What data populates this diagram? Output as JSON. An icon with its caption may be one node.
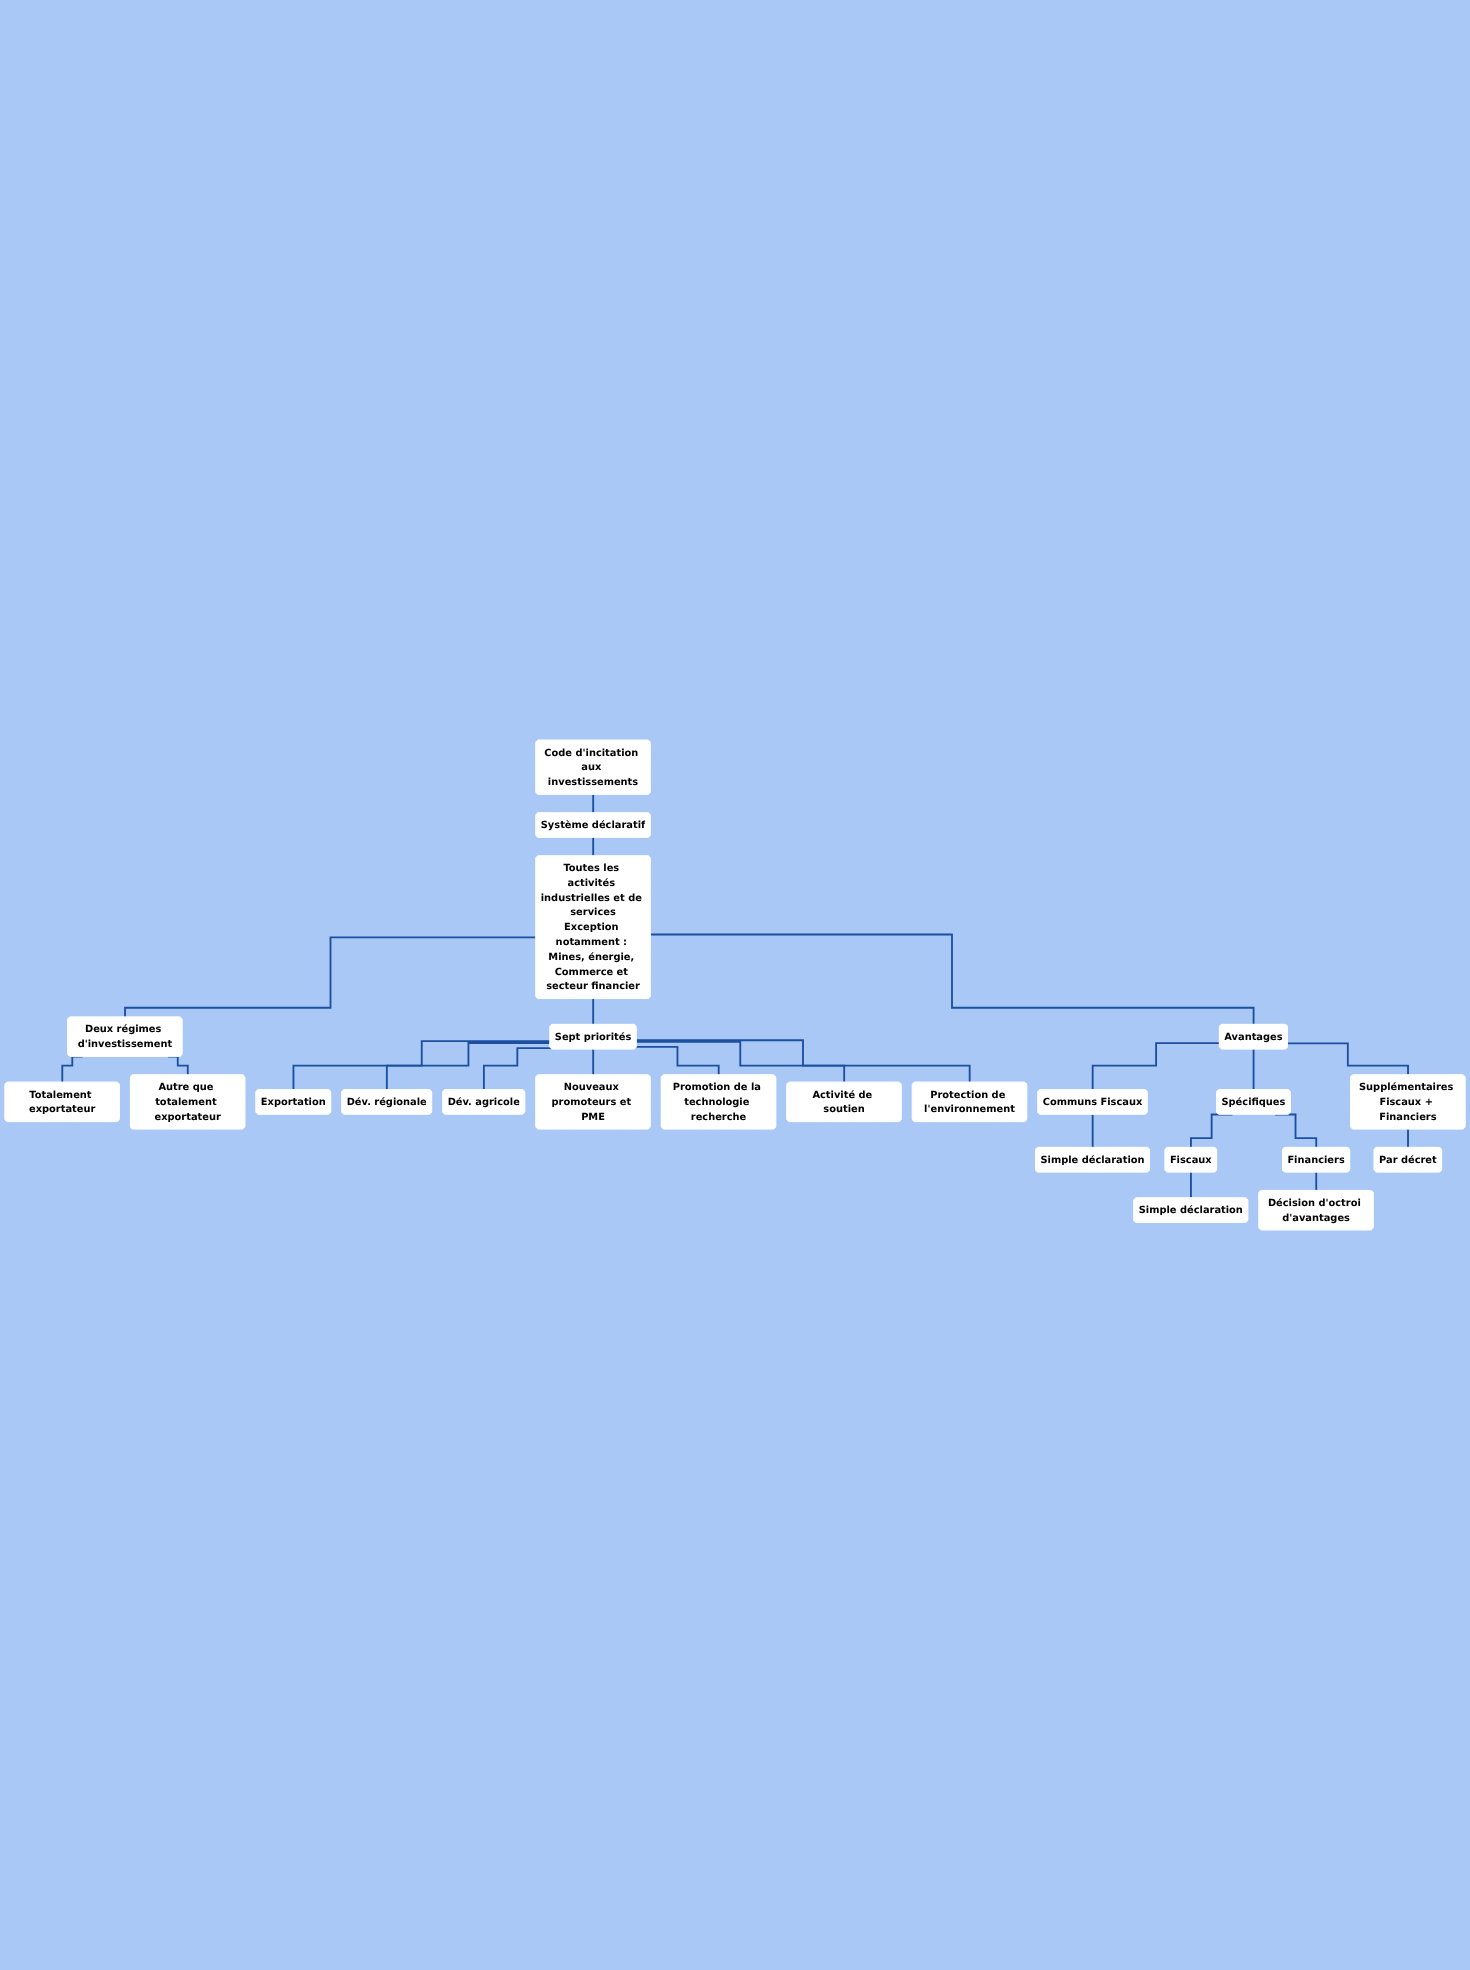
{
  "diagram": {
    "nodes": [
      {
        "text": [
          "Code d'incitation aux investissements"
        ]
      },
      {
        "text": [
          "Système déclaratif"
        ]
      },
      {
        "text": [
          "Toutes les activités industrielles et de services",
          "Exception notamment : Mines, énergie, Commerce et secteur financier"
        ]
      },
      {
        "text": [
          "Deux régimes d'investissement"
        ]
      },
      {
        "text": [
          "Sept priorités"
        ]
      },
      {
        "text": [
          "Totalement exportateur"
        ]
      },
      {
        "text": [
          "Autre que totalement exportateur"
        ]
      },
      {
        "text": [
          "Exportation"
        ]
      },
      {
        "text": [
          "Dév. régionale"
        ]
      },
      {
        "text": [
          "Dév. agricole"
        ]
      },
      {
        "text": [
          "Nouveaux promoteurs et PME"
        ]
      },
      {
        "text": [
          "Promotion de la technologie recherche"
        ]
      },
      {
        "text": [
          "Activité de soutien"
        ]
      },
      {
        "text": [
          "Protection de l'environnement"
        ]
      },
      {
        "text": [
          "Avantages"
        ]
      },
      {
        "text": [
          "Communs Fiscaux"
        ]
      },
      {
        "text": [
          "Spécifiques"
        ]
      },
      {
        "text": [
          "Supplémentaires Fiscaux + Financiers"
        ]
      },
      {
        "text": [
          "Simple déclaration"
        ]
      },
      {
        "text": [
          "Fiscaux"
        ]
      },
      {
        "text": [
          "Financiers"
        ]
      },
      {
        "text": [
          "Par décret"
        ]
      },
      {
        "text": [
          "Simple déclaration"
        ]
      },
      {
        "text": [
          "Décision d'octroi d'avantages"
        ]
      }
    ],
    "edges": [
      {
        "from": 0,
        "to": 1,
        "arrow": "none"
      },
      {
        "from": 1,
        "to": 2,
        "arrow": "none"
      },
      {
        "from": 2,
        "to": 3,
        "arrow": "none"
      },
      {
        "from": 2,
        "to": 4,
        "arrow": "none"
      },
      {
        "from": 2,
        "to": 14,
        "arrow": "none"
      },
      {
        "from": 3,
        "to": 5,
        "arrow": "none"
      },
      {
        "from": 3,
        "to": 6,
        "arrow": "none"
      },
      {
        "from": 4,
        "to": 7,
        "arrow": "none"
      },
      {
        "from": 4,
        "to": 8,
        "arrow": "none"
      },
      {
        "from": 4,
        "to": 9,
        "arrow": "none"
      },
      {
        "from": 4,
        "to": 10,
        "arrow": "none"
      },
      {
        "from": 4,
        "to": 11,
        "arrow": "none"
      },
      {
        "from": 4,
        "to": 12,
        "arrow": "none"
      },
      {
        "from": 4,
        "to": 13,
        "arrow": "none"
      },
      {
        "from": 14,
        "to": 15,
        "arrow": "none"
      },
      {
        "from": 14,
        "to": 16,
        "arrow": "none"
      },
      {
        "from": 14,
        "to": 17,
        "arrow": "none"
      },
      {
        "from": 15,
        "to": 18,
        "arrow": "none"
      },
      {
        "from": 16,
        "to": 19,
        "arrow": "none"
      },
      {
        "from": 16,
        "to": 20,
        "arrow": "none"
      },
      {
        "from": 17,
        "to": 21,
        "arrow": "none"
      },
      {
        "from": 19,
        "to": 22,
        "arrow": "none"
      },
      {
        "from": 20,
        "to": 23,
        "arrow": "none"
      }
    ]
  }
}
